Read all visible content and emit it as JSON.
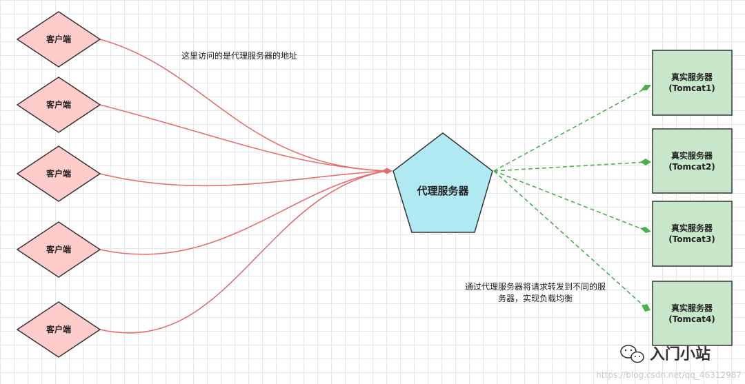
{
  "clients": [
    {
      "label": "客户端"
    },
    {
      "label": "客户端"
    },
    {
      "label": "客户端"
    },
    {
      "label": "客户端"
    },
    {
      "label": "客户端"
    }
  ],
  "proxy": {
    "label": "代理服务器"
  },
  "servers": [
    {
      "line1": "真实服务器",
      "line2": "(Tomcat1)"
    },
    {
      "line1": "真实服务器",
      "line2": "(Tomcat2)"
    },
    {
      "line1": "真实服务器",
      "line2": "(Tomcat3)"
    },
    {
      "line1": "真实服务器",
      "line2": "(Tomcat4)"
    }
  ],
  "notes": {
    "client_side": "这里访问的是代理服务器的地址",
    "server_side_line1": "通过代理服务器将请求转发到不同的服",
    "server_side_line2": "务器，实现负载均衡"
  },
  "watermark": {
    "logo_text": "入门小站",
    "url": "https://blog.csdn.net/qq_46312987"
  },
  "colors": {
    "client_fill": "#ffcccc",
    "client_stroke": "#333333",
    "client_edge": "#e07070",
    "proxy_fill": "#b1e9f3",
    "server_fill": "#c8e6c9",
    "server_edge": "#4caf50"
  }
}
